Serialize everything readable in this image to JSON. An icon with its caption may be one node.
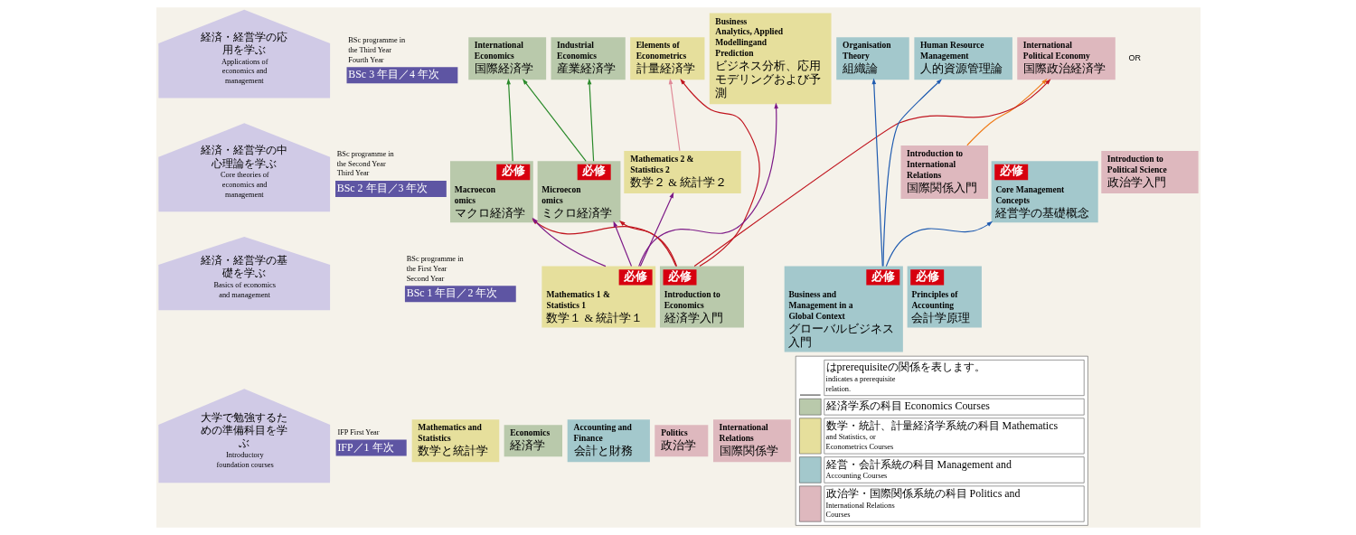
{
  "diagram": {
    "nodes": [
      {
        "text": [
          "経済・経営学の応用を学ぶ",
          "Applications of economics and management"
        ]
      },
      {
        "text": [
          "BSc 3 年目／4 年次"
        ],
        "beside": [
          "BSc programme in the Third Year Fourth Year"
        ]
      },
      {
        "text": [
          "International Economics",
          "国際経済学"
        ]
      },
      {
        "text": [
          "Industrial Economics",
          "産業経済学"
        ]
      },
      {
        "text": [
          "Elements of Econometrics",
          "計量経済学"
        ]
      },
      {
        "text": [
          "Business Analytics, Applied Modellingand Prediction",
          "ビジネス分析、応用モデリングおよび予測"
        ]
      },
      {
        "text": [
          "Organisation Theory",
          "組織論"
        ]
      },
      {
        "text": [
          "Human Resource Management",
          "人的資源管理論"
        ]
      },
      {
        "text": [
          "International Political Economy",
          "国際政治経済学"
        ]
      },
      {
        "text": [
          "経済・経営学の中心理論を学ぶ",
          "Core theories of economics and management"
        ]
      },
      {
        "text": [
          "BSc 2 年目／3 年次"
        ],
        "beside": [
          "BSc programme in the Second Year Third Year"
        ]
      },
      {
        "text": [
          "Macroeconomics",
          "マクロ経済学"
        ]
      },
      {
        "text": [
          "必修"
        ],
        "in": 11
      },
      {
        "text": [
          "Microeconomics",
          "ミクロ経済学"
        ]
      },
      {
        "text": [
          "必修"
        ],
        "in": 13
      },
      {
        "text": [
          "Mathematics 2 & Statistics 2",
          "数学２ & 統計学２"
        ]
      },
      {
        "text": [
          "Core Management Concepts",
          "経営学の基礎概念"
        ]
      },
      {
        "text": [
          "必修"
        ],
        "in": 16
      },
      {
        "text": [
          "Introduction to International Relations",
          "国際関係入門"
        ]
      },
      {
        "text": [
          "Introduction to Political Science",
          "政治学入門"
        ]
      },
      {
        "text": [
          "経済・経営学の基礎を学ぶ",
          "Basics of economics and management"
        ]
      },
      {
        "text": [
          "BSc 1 年目／2 年次"
        ],
        "beside": [
          "BSc programme in the First Year Second Year"
        ]
      },
      {
        "text": [
          "Introduction to Economics",
          "経済学入門"
        ]
      },
      {
        "text": [
          "必修"
        ],
        "in": 22
      },
      {
        "text": [
          "Mathematics 1 & Statistics 1",
          "数学１ & 統計学１"
        ]
      },
      {
        "text": [
          "必修"
        ],
        "in": 24
      },
      {
        "text": [
          "Business and Management in a Global Context",
          "グローバルビジネス入門"
        ]
      },
      {
        "text": [
          "必修"
        ],
        "in": 26
      },
      {
        "text": [
          "Principles of Accounting",
          "会計学原理"
        ]
      },
      {
        "text": [
          "必修"
        ],
        "in": 28
      },
      {
        "text": [
          "大学で勉強するための準備科目を学ぶ",
          "Introductory foundation courses"
        ]
      },
      {
        "text": [
          "IFP／1 年次"
        ],
        "beside": [
          "IFP First Year"
        ]
      },
      {
        "text": [
          "Mathematics and Statistics",
          "数学と統計学"
        ]
      },
      {
        "text": [
          "Economics",
          "経済学"
        ]
      },
      {
        "text": [
          "Accounting and Finance",
          "会計と財務"
        ]
      },
      {
        "text": [
          "Politics",
          "政治学"
        ]
      },
      {
        "text": [
          "International Relations",
          "国際関係学"
        ]
      }
    ],
    "edges": [
      {
        "from": 22,
        "to": 11,
        "arrow": "to",
        "color": "#c0141e"
      },
      {
        "from": 22,
        "to": 13,
        "arrow": "to",
        "color": "#c0141e"
      },
      {
        "from": 22,
        "to": 4,
        "arrow": "to",
        "color": "#c0141e"
      },
      {
        "from": 22,
        "to": 8,
        "arrow": "to",
        "color": "#c0141e"
      },
      {
        "from": 24,
        "to": 15,
        "arrow": "to",
        "color": "#7d1a87"
      },
      {
        "from": 24,
        "to": 11,
        "arrow": "to",
        "color": "#7d1a87"
      },
      {
        "from": 24,
        "to": 13,
        "arrow": "to",
        "color": "#7d1a87"
      },
      {
        "from": 24,
        "to": 5,
        "arrow": "to",
        "color": "#7d1a87"
      },
      {
        "from": 11,
        "to": 2,
        "arrow": "to",
        "color": "#2a8a2a"
      },
      {
        "from": 13,
        "to": 2,
        "arrow": "to",
        "color": "#2a8a2a"
      },
      {
        "from": 13,
        "to": 3,
        "arrow": "to",
        "color": "#2a8a2a"
      },
      {
        "from": 15,
        "to": 4,
        "arrow": "to",
        "color": "#e08a98"
      },
      {
        "from": 26,
        "to": 16,
        "arrow": "to",
        "color": "#1f5bb0"
      },
      {
        "from": 26,
        "to": 6,
        "arrow": "to",
        "color": "#1f5bb0"
      },
      {
        "from": 26,
        "to": 7,
        "arrow": "to",
        "color": "#1f5bb0"
      },
      {
        "from": 18,
        "to": 8,
        "arrow": "to",
        "color": "#f07d1a"
      }
    ],
    "labels": [
      "OR"
    ],
    "legend": [
      {
        "text": "はprerequisiteの関係を表します。 indicates a prerequisite relation."
      },
      {
        "text": "経済学系の科目 Economics Courses",
        "color": "#b9c9ab"
      },
      {
        "text": "数学・統計、計量経済学系統の科目 Mathematics and Statistics, or Econometrics Courses",
        "color": "#e6df9c"
      },
      {
        "text": "経営・会計系統の科目 Management and Accounting Courses",
        "color": "#a3c8cc"
      },
      {
        "text": "政治学・国際関係系統の科目 Politics and International Relations Courses",
        "color": "#deb8be"
      }
    ]
  }
}
